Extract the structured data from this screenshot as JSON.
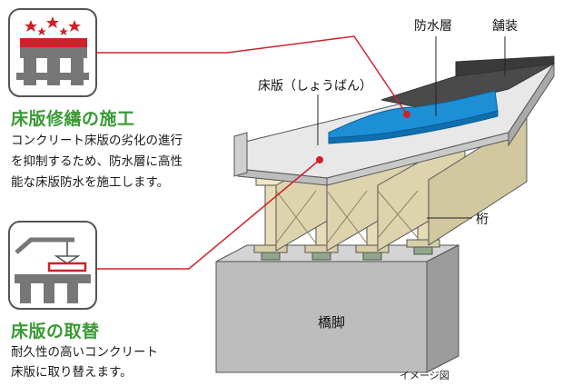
{
  "repair": {
    "title": "床版修繕の施工",
    "desc_line1": "コンクリート床版の劣化の進行",
    "desc_line2": "を抑制するため、防水層に高性",
    "desc_line3": "能な床版防水を施工します。"
  },
  "replace": {
    "title": "床版の取替",
    "desc_line1": "耐久性の高いコンクリート",
    "desc_line2": "床版に取り替えます。"
  },
  "labels": {
    "waterproof_layer": "防水層",
    "pavement": "舗装",
    "deck_slab": "床版（しょうばん）",
    "girder": "桁",
    "pier": "橋脚",
    "image_note": "イメージ図"
  },
  "colors": {
    "accent_green": "#3a9a35",
    "leader_red": "#d0202a",
    "waterproof_blue": "#1c8fd6",
    "pavement_gray": "#4a4a4a",
    "slab_gray": "#e2e2e2",
    "girder_tan": "#e6dcb8",
    "pier_gray": "#b9b9b9"
  }
}
